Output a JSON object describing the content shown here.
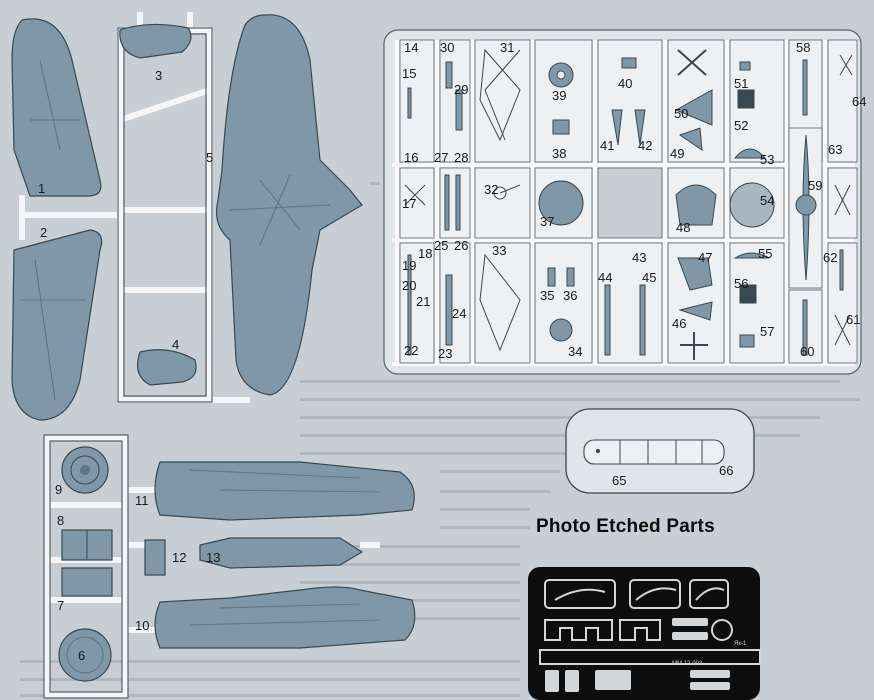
{
  "colors": {
    "paper": "#c7cfd4",
    "sprue": "#eef1f3",
    "part_fill": "#7f97a6",
    "part_dark": "#5d7482",
    "etch_bg": "#0d0d0d",
    "etch_metal": "#d2d6d8"
  },
  "sprue_a_labels": [
    "1",
    "2",
    "3",
    "4",
    "5"
  ],
  "sprue_b_labels": [
    "6",
    "7",
    "8",
    "9",
    "10",
    "11",
    "12",
    "13"
  ],
  "sprue_c_labels": [
    "14",
    "15",
    "16",
    "17",
    "18",
    "19",
    "20",
    "21",
    "22",
    "23",
    "24",
    "25",
    "26",
    "27",
    "28",
    "29",
    "30",
    "31",
    "32",
    "33",
    "34",
    "35",
    "36",
    "37",
    "38",
    "39",
    "40",
    "41",
    "42",
    "43",
    "44",
    "45",
    "46",
    "47",
    "48",
    "49",
    "50",
    "51",
    "52",
    "53",
    "54",
    "55",
    "56",
    "57",
    "58",
    "59",
    "60",
    "61",
    "62",
    "63",
    "64"
  ],
  "canopy_labels": [
    "65",
    "66"
  ],
  "photo_etch": {
    "title": "Photo Etched Parts",
    "fret_codes": [
      "MM 12-003",
      "Як-1"
    ]
  }
}
